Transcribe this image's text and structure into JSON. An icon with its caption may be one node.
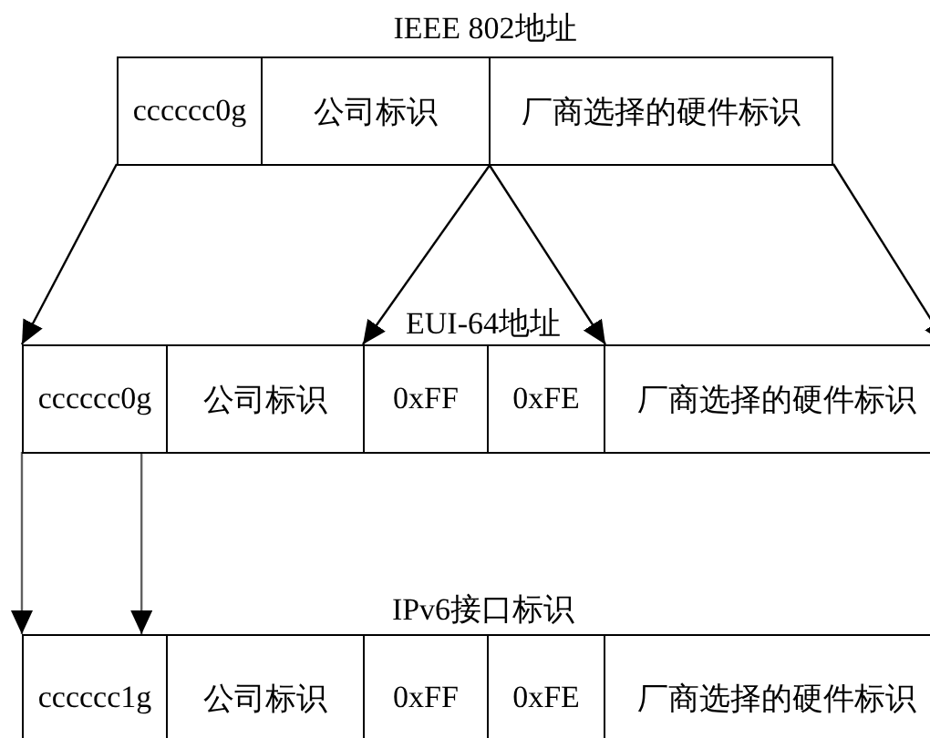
{
  "diagram": {
    "nodes": [
      {
        "text": [
          "cccccc0g"
        ]
      },
      {
        "text": [
          "公司标识"
        ]
      },
      {
        "text": [
          "厂商选择的硬件标识"
        ]
      },
      {
        "text": [
          "cccccc0g"
        ]
      },
      {
        "text": [
          "公司标识"
        ]
      },
      {
        "text": [
          "0xFF"
        ]
      },
      {
        "text": [
          "0xFE"
        ]
      },
      {
        "text": [
          "厂商选择的硬件标识"
        ]
      },
      {
        "text": [
          "cccccc1g"
        ]
      },
      {
        "text": [
          "公司标识"
        ]
      },
      {
        "text": [
          "0xFF"
        ]
      },
      {
        "text": [
          "0xFE"
        ]
      },
      {
        "text": [
          "厂商选择的硬件标识"
        ]
      }
    ],
    "edges": [
      {
        "from": 0,
        "to": 3,
        "arrow": "to"
      },
      {
        "from": 1,
        "to": 5,
        "arrow": "to"
      },
      {
        "from": 2,
        "to": 6,
        "arrow": "to"
      },
      {
        "from": 2,
        "to": 7,
        "arrow": "to"
      },
      {
        "from": 3,
        "to": 8,
        "arrow": "to",
        "color": "#606060"
      },
      {
        "from": 3,
        "to": 8,
        "arrow": "to",
        "color": "#606060"
      }
    ],
    "labels": [
      "IEEE 802地址",
      "EUI-64地址",
      "IPv6接口标识"
    ]
  }
}
